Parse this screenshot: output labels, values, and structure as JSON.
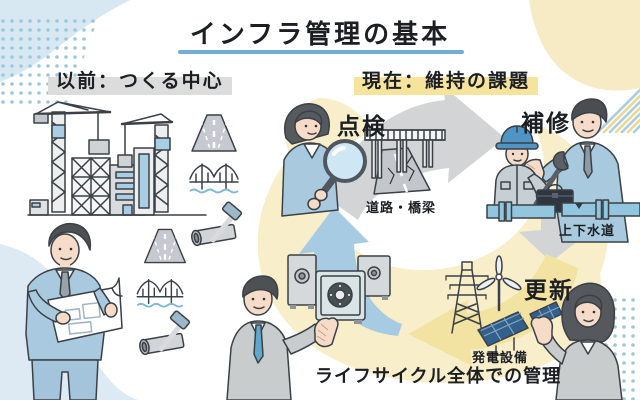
{
  "title": "インフラ管理の基本",
  "sections": {
    "before": {
      "heading": "以前：つくる中心"
    },
    "now": {
      "heading": "現在：維持の課題"
    }
  },
  "cycle": {
    "steps": [
      {
        "id": "inspection",
        "label": "点検"
      },
      {
        "id": "repair",
        "label": "補修"
      },
      {
        "id": "renewal",
        "label": "更新"
      }
    ],
    "captions": {
      "roads_bridges": "道路・橋梁",
      "water_sewer": "上下水道",
      "power_facilities": "発電設備"
    },
    "footer": "ライフサイクル全体での管理"
  },
  "icons": [
    "tower-crane-icon",
    "building-icon",
    "road-icon",
    "suspension-bridge-icon",
    "pipe-hammer-icon",
    "magnifier-icon",
    "girder-bridge-icon",
    "cracked-road-icon",
    "wrench-icon",
    "hard-hat-icon",
    "toolbox-icon",
    "water-pipe-icon",
    "safe-icon",
    "power-pylon-icon",
    "wind-turbine-icon",
    "solar-panel-icon",
    "blueprint-icon"
  ],
  "colors": {
    "accent_underline": "#6fb0d2",
    "highlight_gray": "#dcdcdc",
    "highlight_yellow": "#f6e39c",
    "blob_blue": "#d7e8f3",
    "blob_yellow": "#f8eec9",
    "arrow_gray": "#d3d4d6",
    "arrow_blue": "#a6cbe3",
    "arrow_yellow": "#f3e3a2",
    "suit_blue": "#a9cade",
    "suit_gray": "#c9cccc",
    "pipe_blue": "#92c5de",
    "dot_blue": "#9ec6dd",
    "solar_blue": "#33608a",
    "helmet_blue": "#4f94c4"
  }
}
